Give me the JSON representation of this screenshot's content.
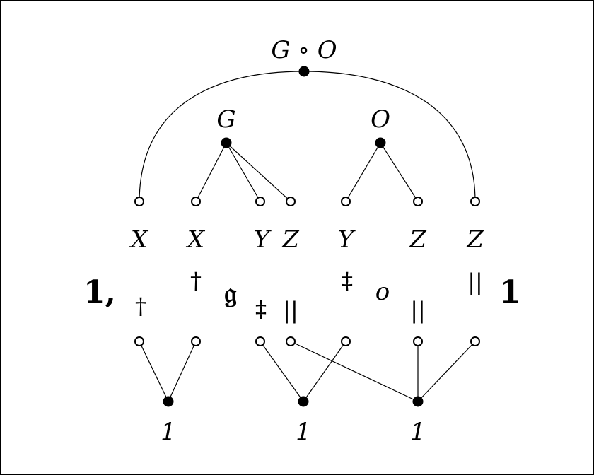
{
  "top": {
    "root_label": "G ∘ O",
    "g_label": "G",
    "o_label": "O",
    "leaf_labels": [
      "X",
      "X",
      "Y",
      "Z",
      "Y",
      "Z",
      "Z"
    ]
  },
  "middle": {
    "left_one": "1,",
    "right_one": "1",
    "frak_g": "𝔤",
    "italic_o": "o",
    "markers": [
      "†",
      "†",
      "‡",
      "||",
      "‡",
      "||",
      "||"
    ]
  },
  "bottom": {
    "node_labels": [
      "1",
      "1",
      "1"
    ]
  }
}
